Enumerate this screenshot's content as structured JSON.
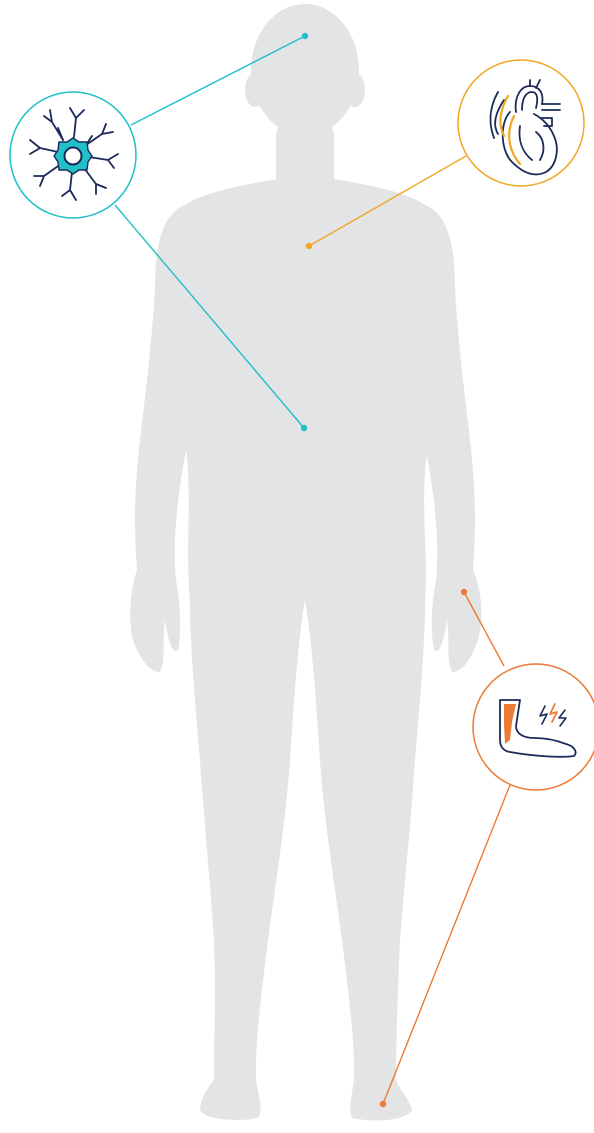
{
  "colors": {
    "body": "#e3e4e5",
    "neuron": "#1fc0c6",
    "heart": "#f0a726",
    "foot": "#ee7a33",
    "ink": "#1b2a5a",
    "circle_fill": "#ffffff"
  },
  "callouts": [
    {
      "name": "neuron-callout",
      "icon": "neuron-icon",
      "color_key": "neuron",
      "body_regions": [
        "head",
        "abdomen"
      ]
    },
    {
      "name": "heart-callout",
      "icon": "heart-icon",
      "color_key": "heart",
      "body_regions": [
        "chest"
      ]
    },
    {
      "name": "foot-nerve-pain-callout",
      "icon": "foot-pain-icon",
      "color_key": "foot",
      "body_regions": [
        "left-hand",
        "left-foot"
      ]
    }
  ]
}
